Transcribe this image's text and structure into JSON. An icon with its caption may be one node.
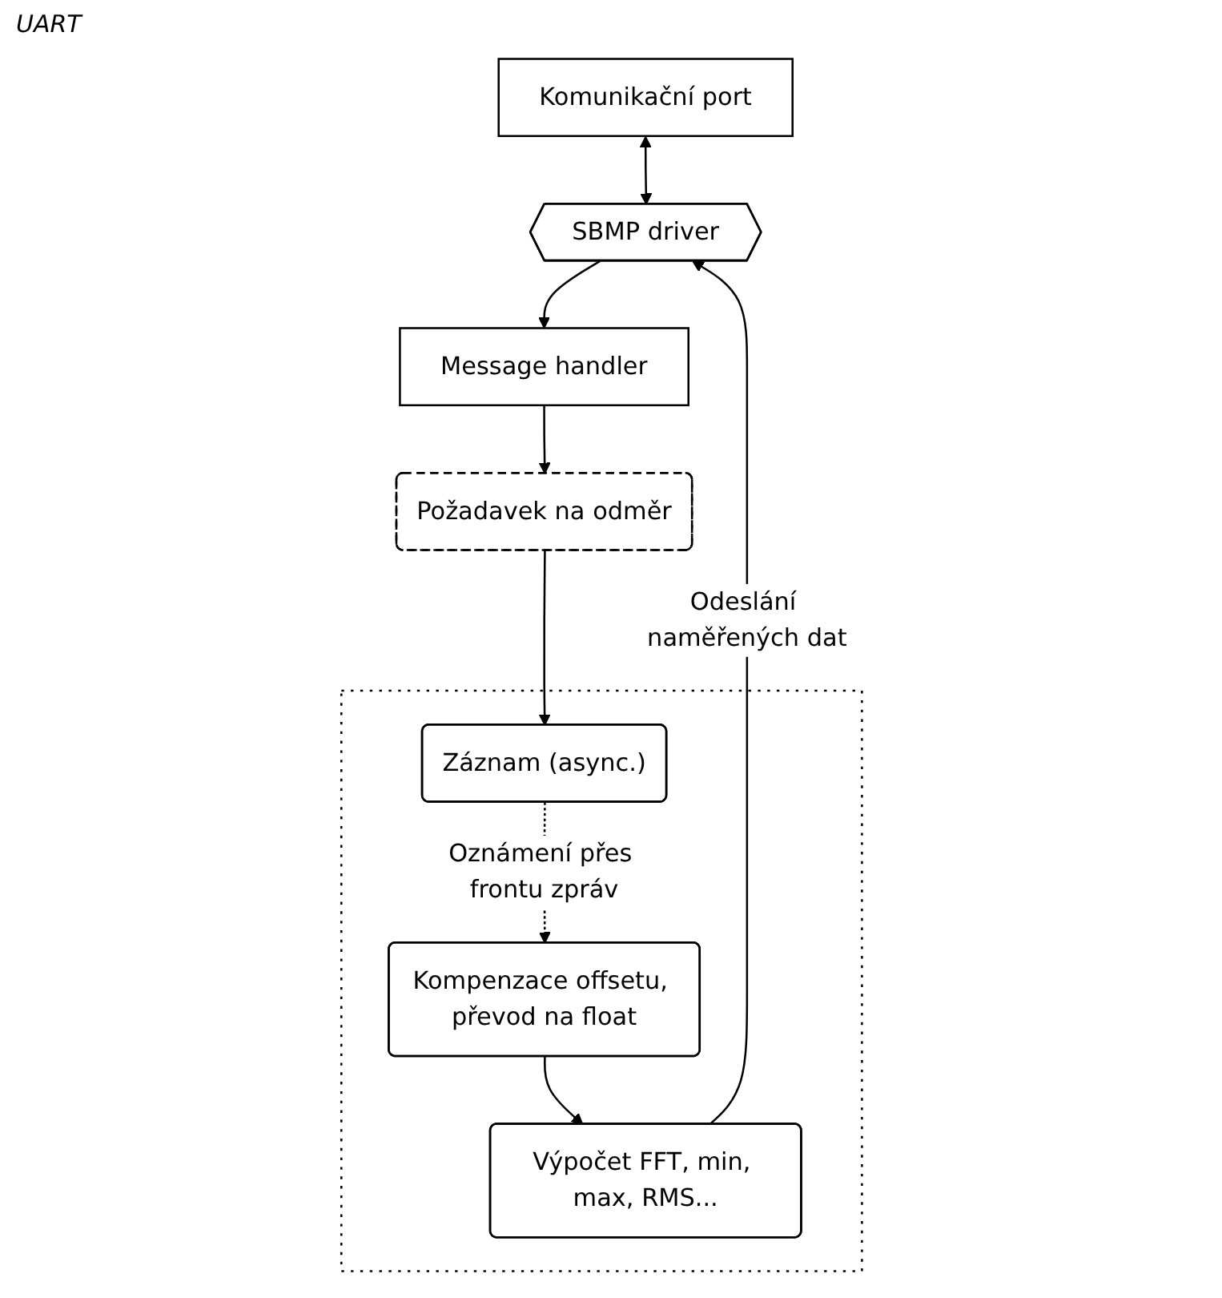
{
  "diagram": {
    "nodes": [
      {
        "text": [
          "Komunikační port"
        ]
      },
      {
        "text": [
          "SBMP driver"
        ]
      },
      {
        "text": [
          "Message handler"
        ]
      },
      {
        "text": [
          "Požadavek na odměr"
        ]
      },
      {
        "text": [],
        "shape": "box"
      },
      {
        "text": [
          "Záznam (async.)"
        ],
        "in": 4
      },
      {
        "text": [
          "Kompenzace offsetu, převod na float"
        ],
        "in": 4
      },
      {
        "text": [
          "Výpočet FFT, min, max, RMS..."
        ],
        "in": 4
      }
    ],
    "edges": [
      {
        "from": 0,
        "to": 1,
        "arrow": "both"
      },
      {
        "from": 1,
        "to": 2,
        "arrow": "to"
      },
      {
        "from": 2,
        "to": 3,
        "arrow": "to"
      },
      {
        "from": 3,
        "to": 5,
        "arrow": "to"
      },
      {
        "from": 5,
        "to": 6,
        "arrow": "to",
        "label": "Oznámení přes frontu zpráv",
        "style": "dashed"
      },
      {
        "from": 6,
        "to": 7,
        "arrow": "to"
      },
      {
        "from": 7,
        "to": 1,
        "arrow": "to",
        "label": "Odeslání naměřených dat"
      }
    ],
    "labels": [
      "UART"
    ]
  }
}
